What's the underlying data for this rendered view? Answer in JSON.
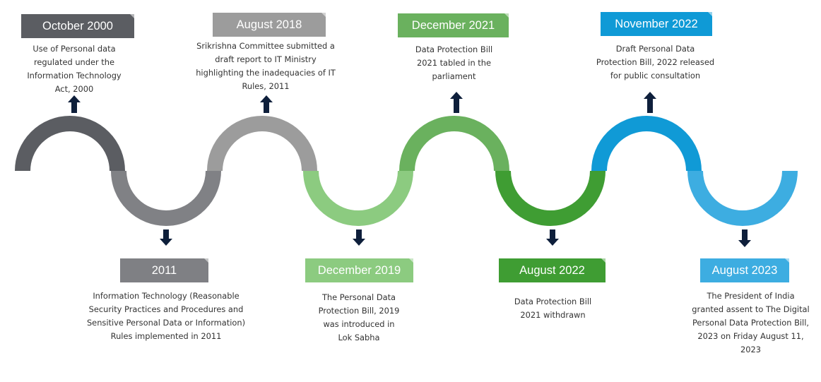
{
  "colors": {
    "seg1": "#5b5d62",
    "seg2": "#808185",
    "seg3": "#9c9c9c",
    "seg4": "#8ccb80",
    "seg5": "#6ab15e",
    "seg6": "#3f9d33",
    "seg7": "#109ad6",
    "seg8": "#3dade1",
    "arrow": "#0e1f3b",
    "text": "#333333"
  },
  "events": [
    {
      "id": "oct-2000",
      "date": "October 2000",
      "color": "#5b5d62",
      "position": "top",
      "description": "Use of Personal data\nregulated under the\nInformation Technology\nAct, 2000"
    },
    {
      "id": "2011",
      "date": "2011",
      "color": "#7f8084",
      "position": "bottom",
      "description": "Information Technology (Reasonable\nSecurity Practices and Procedures and\nSensitive Personal Data or Information)\nRules  implemented in 2011"
    },
    {
      "id": "aug-2018",
      "date": "August 2018",
      "color": "#9c9c9c",
      "position": "top",
      "description": "Srikrishna Committee submitted a\ndraft report to IT Ministry\nhighlighting the inadequacies of IT\nRules, 2011"
    },
    {
      "id": "dec-2019",
      "date": "December 2019",
      "color": "#8ccb80",
      "position": "bottom",
      "description": "The Personal Data\nProtection Bill, 2019\nwas introduced in\nLok Sabha"
    },
    {
      "id": "dec-2021",
      "date": "December 2021",
      "color": "#6ab15e",
      "position": "top",
      "description": "Data Protection Bill\n2021 tabled in the\nparliament"
    },
    {
      "id": "aug-2022",
      "date": "August 2022",
      "color": "#3f9d33",
      "position": "bottom",
      "description": "Data  Protection Bill\n2021 withdrawn"
    },
    {
      "id": "nov-2022",
      "date": "November 2022",
      "color": "#0f9ad6",
      "position": "top",
      "description": "Draft Personal Data\nProtection Bill, 2022 released\nfor public consultation"
    },
    {
      "id": "aug-2023",
      "date": "August 2023",
      "color": "#3dade1",
      "position": "bottom",
      "description": "The President of India\ngranted assent to The Digital\nPersonal Data Protection Bill,\n2023 on Friday August 11,\n2023"
    }
  ]
}
